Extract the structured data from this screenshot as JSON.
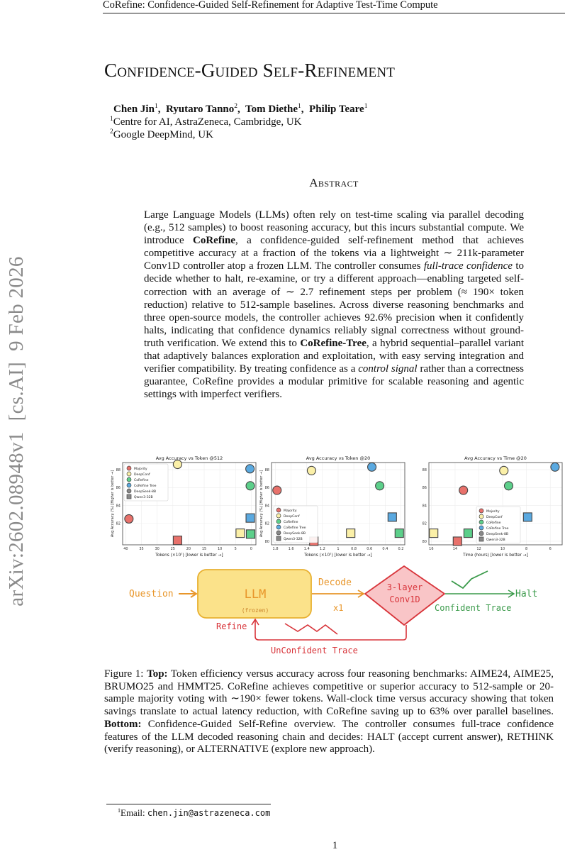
{
  "running_head": "CoRefine: Confidence-Guided Self-Refinement for Adaptive Test-Time Compute",
  "arxiv_stamp": "arXiv:2602.08948v1  [cs.AI]  9 Feb 2026",
  "title": "Confidence-Guided Self-Refinement",
  "authors": [
    {
      "name": "Chen Jin",
      "aff": "1"
    },
    {
      "name": "Ryutaro Tanno",
      "aff": "2"
    },
    {
      "name": "Tom Diethe",
      "aff": "1"
    },
    {
      "name": "Philip Teare",
      "aff": "1"
    }
  ],
  "affiliations": [
    {
      "num": "1",
      "text": "Centre for AI, AstraZeneca, Cambridge, UK"
    },
    {
      "num": "2",
      "text": "Google DeepMind, UK"
    }
  ],
  "abstract": {
    "heading": "Abstract",
    "p1": "Large Language Models (LLMs) often rely on test-time scaling via parallel de­coding (e.g., 512 samples) to boost reasoning accuracy, but this incurs substantial compute.  We introduce ",
    "bold1": "CoRefine",
    "p2": ", a confidence-guided self-refinement method that achieves competitive accuracy at a fraction of the tokens via a lightweight ∼ 211k-parameter Conv1D controller atop a frozen LLM. The controller con­sumes ",
    "ital1": "full-trace confidence",
    "p3": " to decide whether to halt, re-examine, or try a differ­ent approach—enabling targeted self-correction with an average of ∼ 2.7 refine­ment steps per problem (≈ 190× token reduction) relative to 512-sample base­lines.  Across diverse reasoning benchmarks and three open-source models, the controller achieves 92.6% precision when it confidently halts, indicating that con­fidence dynamics reliably signal correctness without ground-truth verification. We extend this to ",
    "bold2": "CoRefine-Tree",
    "p4": ", a hybrid sequential–parallel variant that adaptively balances exploration and exploitation, with easy serving integration and verifier compatibility.  By treating confidence as a ",
    "ital2": "control signal",
    "p5": " rather than a correct­ness guarantee, CoRefine provides a modular primitive for scalable reasoning and agentic settings with imperfect verifiers."
  },
  "legend": {
    "entries": [
      {
        "label": "Majority",
        "color": "#e8716b",
        "shape": "circle"
      },
      {
        "label": "DeepConf",
        "color": "#fbf0a8",
        "shape": "circle"
      },
      {
        "label": "CoRefine",
        "color": "#5ccf8a",
        "shape": "circle"
      },
      {
        "label": "CoRefine Tree",
        "color": "#5aa9e0",
        "shape": "circle"
      },
      {
        "label": "DeepSeek-8B",
        "color": "#888888",
        "shape": "circle"
      },
      {
        "label": "Qwen3-32B",
        "color": "#888888",
        "shape": "square"
      }
    ]
  },
  "chart_data": [
    {
      "type": "scatter",
      "title": "Avg Accuracy vs Token @512",
      "xlabel": "Tokens (×10⁷) [lower is better →]",
      "ylabel": "Avg Accuracy (%) [Higher is better →]",
      "xlim": [
        41,
        -1.5
      ],
      "ylim": [
        79.6,
        88.8
      ],
      "xticks": [
        40,
        35,
        30,
        25,
        20,
        15,
        10,
        5,
        0
      ],
      "yticks": [
        82,
        84,
        86,
        88
      ],
      "grid": true,
      "legend_position": "upper left",
      "points": [
        {
          "method": "Majority",
          "model": "DeepSeek-8B",
          "x": 39.0,
          "y": 82.5
        },
        {
          "method": "DeepConf",
          "model": "DeepSeek-8B",
          "x": 23.5,
          "y": 88.6
        },
        {
          "method": "CoRefine Tree",
          "model": "DeepSeek-8B",
          "x": 0.4,
          "y": 88.1
        },
        {
          "method": "CoRefine",
          "model": "DeepSeek-8B",
          "x": 0.3,
          "y": 86.2
        },
        {
          "method": "CoRefine Tree",
          "model": "Qwen3-32B",
          "x": 0.3,
          "y": 82.6
        },
        {
          "method": "DeepConf",
          "model": "Qwen3-32B",
          "x": 3.5,
          "y": 80.9
        },
        {
          "method": "CoRefine",
          "model": "Qwen3-32B",
          "x": 0.2,
          "y": 80.8
        },
        {
          "method": "Majority",
          "model": "Qwen3-32B",
          "x": 23.5,
          "y": 80.1
        }
      ]
    },
    {
      "type": "scatter",
      "title": "Avg Accuracy vs Token @20",
      "xlabel": "Tokens (×10⁷) [lower is better →]",
      "ylabel": "Avg Accuracy (%) [Higher is better →]",
      "xlim": [
        1.85,
        0.15
      ],
      "ylim": [
        79.6,
        88.8
      ],
      "xticks": [
        1.8,
        1.6,
        1.4,
        1.2,
        1.0,
        0.8,
        0.6,
        0.4,
        0.2
      ],
      "yticks": [
        80,
        82,
        84,
        86,
        88
      ],
      "grid": true,
      "legend_position": "lower left",
      "points": [
        {
          "method": "Majority",
          "model": "DeepSeek-8B",
          "x": 1.78,
          "y": 85.7
        },
        {
          "method": "DeepConf",
          "model": "DeepSeek-8B",
          "x": 1.34,
          "y": 87.9
        },
        {
          "method": "CoRefine Tree",
          "model": "DeepSeek-8B",
          "x": 0.57,
          "y": 88.3
        },
        {
          "method": "CoRefine",
          "model": "DeepSeek-8B",
          "x": 0.47,
          "y": 86.2
        },
        {
          "method": "CoRefine Tree",
          "model": "Qwen3-32B",
          "x": 0.31,
          "y": 82.7
        },
        {
          "method": "DeepConf",
          "model": "Qwen3-32B",
          "x": 0.84,
          "y": 80.9
        },
        {
          "method": "CoRefine",
          "model": "Qwen3-32B",
          "x": 0.22,
          "y": 80.9
        },
        {
          "method": "Majority",
          "model": "Qwen3-32B",
          "x": 1.31,
          "y": 80.0
        }
      ]
    },
    {
      "type": "scatter",
      "title": "Avg Accuracy vs Time @20",
      "xlabel": "Time (hours) [lower is better →]",
      "ylabel": "",
      "xlim": [
        16.2,
        5.0
      ],
      "ylim": [
        79.6,
        88.8
      ],
      "xticks": [
        16,
        14,
        12,
        10,
        8,
        6
      ],
      "yticks": [
        80,
        82,
        84,
        86,
        88
      ],
      "grid": true,
      "legend_position": "lower center",
      "points": [
        {
          "method": "Majority",
          "model": "DeepSeek-8B",
          "x": 13.3,
          "y": 85.7
        },
        {
          "method": "DeepConf",
          "model": "DeepSeek-8B",
          "x": 9.9,
          "y": 87.9
        },
        {
          "method": "CoRefine Tree",
          "model": "DeepSeek-8B",
          "x": 5.6,
          "y": 88.3
        },
        {
          "method": "CoRefine",
          "model": "DeepSeek-8B",
          "x": 9.5,
          "y": 86.2
        },
        {
          "method": "CoRefine Tree",
          "model": "Qwen3-32B",
          "x": 7.9,
          "y": 82.7
        },
        {
          "method": "DeepConf",
          "model": "Qwen3-32B",
          "x": 15.8,
          "y": 80.9
        },
        {
          "method": "CoRefine",
          "model": "Qwen3-32B",
          "x": 12.9,
          "y": 80.9
        },
        {
          "method": "Majority",
          "model": "Qwen3-32B",
          "x": 13.8,
          "y": 80.0
        }
      ]
    }
  ],
  "diagram": {
    "question": "Question",
    "llm": "LLM",
    "frozen": "(frozen)",
    "decode": "Decode",
    "x1": "x1",
    "controller_line1": "3-layer",
    "controller_line2": "Conv1D",
    "halt": "Halt",
    "confident_trace": "Confident Trace",
    "refine": "Refine",
    "unconfident_trace": "UnConfident Trace",
    "colors": {
      "orange": "#e8962a",
      "llm_fill": "#fbe28a",
      "red": "#d8343a",
      "controller_fill": "#f9c5c7",
      "green": "#3a9a4a"
    }
  },
  "caption": {
    "label": "Figure 1: ",
    "top_bold": "Top:",
    "top_text": " Token efficiency versus accuracy across four reasoning benchmarks: AIME24, AIME25, BRUMO25 and HMMT25. CoRefine achieves competitive or superior accuracy to 512-sample or 20-sample majority voting with ∼190× fewer tokens.  Wall-clock time versus accuracy showing that token savings translate to actual latency reduction, with CoRefine saving up to 63% over parallel baselines.  ",
    "bottom_bold": "Bottom:",
    "bottom_text": " Confidence-Guided Self-Refine overview.  The controller con­sumes full-trace confidence features of the LLM decoded reasoning chain and decides: HALT (ac­cept current answer), RETHINK (verify reasoning), or ALTERNATIVE (explore new approach)."
  },
  "footnote": {
    "num": "1",
    "label": "Email: ",
    "email": "chen.jin@astrazeneca.com"
  },
  "page_number": "1"
}
